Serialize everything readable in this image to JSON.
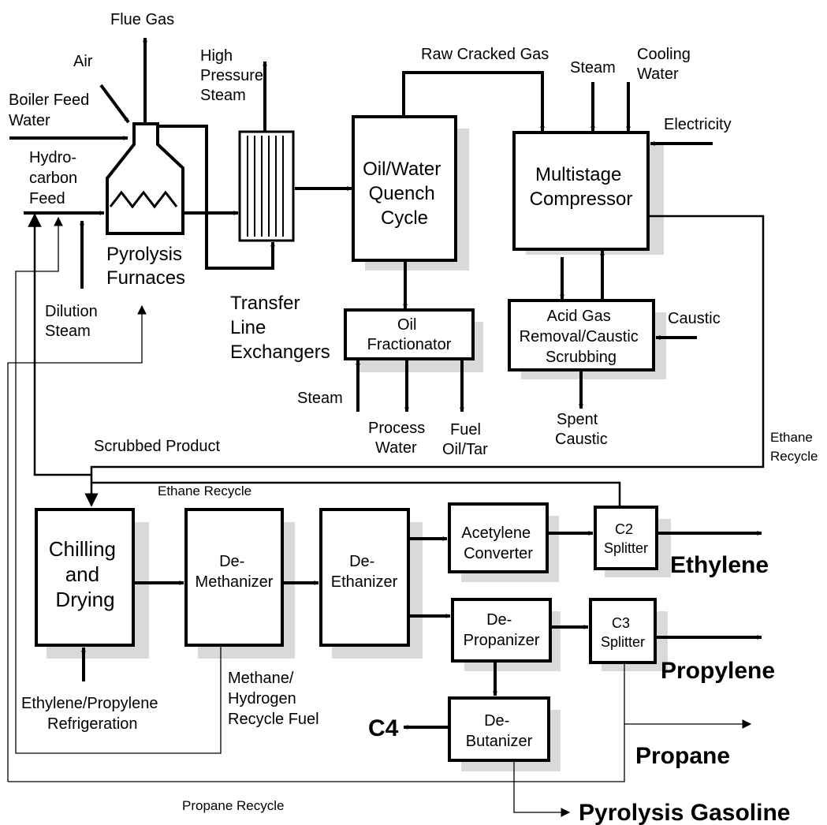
{
  "labels": {
    "flue_gas": "Flue Gas",
    "air": "Air",
    "boiler_feed_water": [
      "Boiler Feed",
      "Water"
    ],
    "hydrocarbon_feed": [
      "Hydro-",
      "carbon",
      "Feed"
    ],
    "high_pressure_steam": [
      "High",
      "Pressure",
      "Steam"
    ],
    "raw_cracked_gas": "Raw Cracked Gas",
    "steam_top": "Steam",
    "cooling_water": [
      "Cooling",
      "Water"
    ],
    "electricity": "Electricity",
    "pyrolysis_furnaces": [
      "Pyrolysis",
      "Furnaces"
    ],
    "dilution_steam": [
      "Dilution",
      "Steam"
    ],
    "transfer_line_exchangers": [
      "Transfer",
      "Line",
      "Exchangers"
    ],
    "steam_oil": "Steam",
    "process_water": [
      "Process",
      "Water"
    ],
    "fuel_oil_tar": [
      "Fuel",
      "Oil/Tar"
    ],
    "caustic": "Caustic",
    "spent_caustic": [
      "Spent",
      "Caustic"
    ],
    "ethane_recycle_right": [
      "Ethane",
      "Recycle"
    ],
    "scrubbed_product": "Scrubbed Product",
    "ethane_recycle_mid": "Ethane Recycle",
    "ethylene_propylene_refrigeration": [
      "Ethylene/Propylene",
      "Refrigeration"
    ],
    "methane_hydrogen_recycle_fuel": [
      "Methane/",
      "Hydrogen",
      "Recycle Fuel"
    ],
    "propane_recycle": "Propane Recycle"
  },
  "boxes": {
    "quench": [
      "Oil/Water",
      "Quench",
      "Cycle"
    ],
    "compressor": [
      "Multistage",
      "Compressor"
    ],
    "oil_fractionator": [
      "Oil",
      "Fractionator"
    ],
    "acid_gas": [
      "Acid Gas",
      "Removal/Caustic",
      "Scrubbing"
    ],
    "chilling": [
      "Chilling",
      "and",
      "Drying"
    ],
    "demethanizer": [
      "De-",
      "Methanizer"
    ],
    "deethanizer": [
      "De-",
      "Ethanizer"
    ],
    "acetylene": [
      "Acetylene",
      "Converter"
    ],
    "c2_splitter": [
      "C2",
      "Splitter"
    ],
    "depropanizer": [
      "De-",
      "Propanizer"
    ],
    "c3_splitter": [
      "C3",
      "Splitter"
    ],
    "debutanizer": [
      "De-",
      "Butanizer"
    ]
  },
  "products": {
    "ethylene": "Ethylene",
    "propylene": "Propylene",
    "propane": "Propane",
    "c4": "C4",
    "pyrolysis_gasoline": "Pyrolysis Gasoline"
  }
}
